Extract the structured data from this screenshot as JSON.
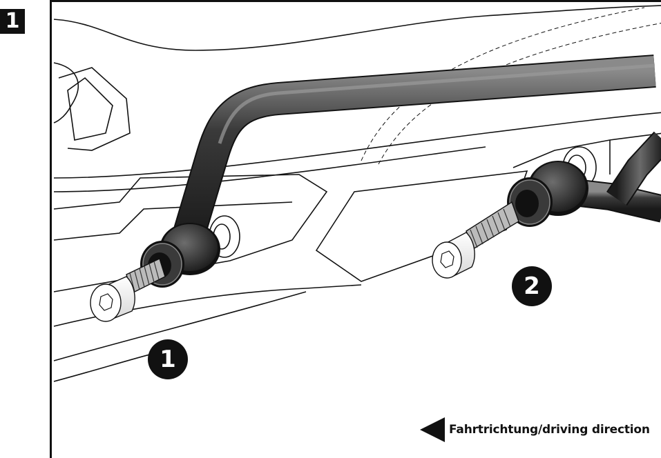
{
  "step": {
    "number": "1"
  },
  "markers": [
    {
      "id": "1",
      "label": "1"
    },
    {
      "id": "2",
      "label": "2"
    }
  ],
  "direction": {
    "label": "Fahrtrichtung/driving direction"
  },
  "colors": {
    "ink": "#111111",
    "tube_dark": "#2a2a2a",
    "tube_light": "#7a7a7a",
    "paper": "#ffffff"
  },
  "icons": {
    "direction": "triangle-left-arrow-icon"
  }
}
